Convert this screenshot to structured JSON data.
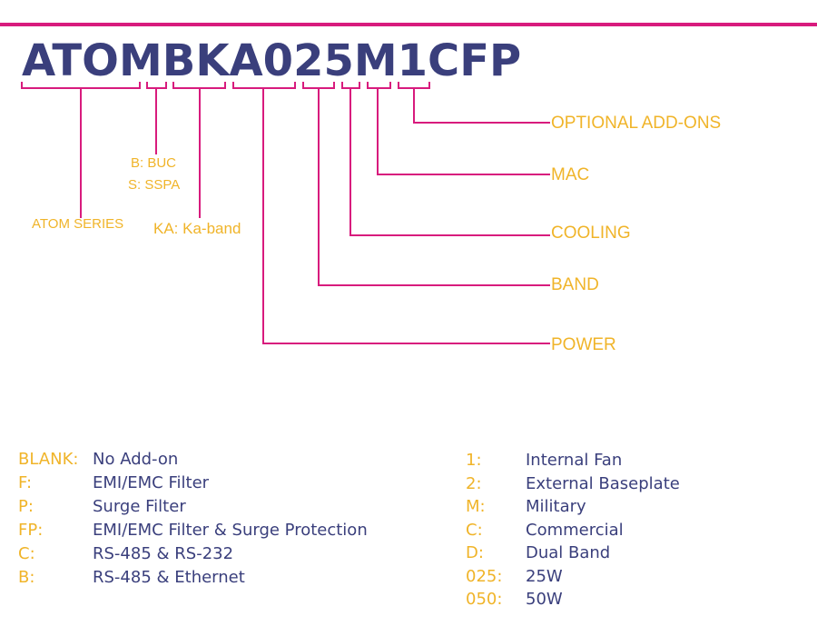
{
  "part_number": "ATOMBKA025M1CFP",
  "segments": {
    "series": "ATOM SERIES",
    "type_lines": [
      "B: BUC",
      "S: SSPA"
    ],
    "band_code": "KA: Ka-band"
  },
  "branches": {
    "optional": "OPTIONAL ADD-ONS",
    "mac": "MAC",
    "cooling": "COOLING",
    "band": "BAND",
    "power": "POWER"
  },
  "legend_left": [
    {
      "code": "BLANK:",
      "desc": "No Add-on"
    },
    {
      "code": "F:",
      "desc": "EMI/EMC Filter"
    },
    {
      "code": "P:",
      "desc": "Surge Filter"
    },
    {
      "code": "FP:",
      "desc": "EMI/EMC Filter & Surge Protection"
    },
    {
      "code": "C:",
      "desc": "RS-485 & RS-232"
    },
    {
      "code": "B:",
      "desc": "RS-485 & Ethernet"
    }
  ],
  "legend_right": [
    {
      "code": "1:",
      "desc": "Internal Fan"
    },
    {
      "code": "2:",
      "desc": "External Baseplate"
    },
    {
      "code": "M:",
      "desc": "Military"
    },
    {
      "code": "C:",
      "desc": "Commercial"
    },
    {
      "code": "D:",
      "desc": "Dual Band"
    },
    {
      "code": "025:",
      "desc": "25W"
    },
    {
      "code": "050:",
      "desc": "50W"
    }
  ],
  "colors": {
    "accent": "#d81b7d",
    "label": "#f0b429",
    "text": "#3a3f7c"
  }
}
